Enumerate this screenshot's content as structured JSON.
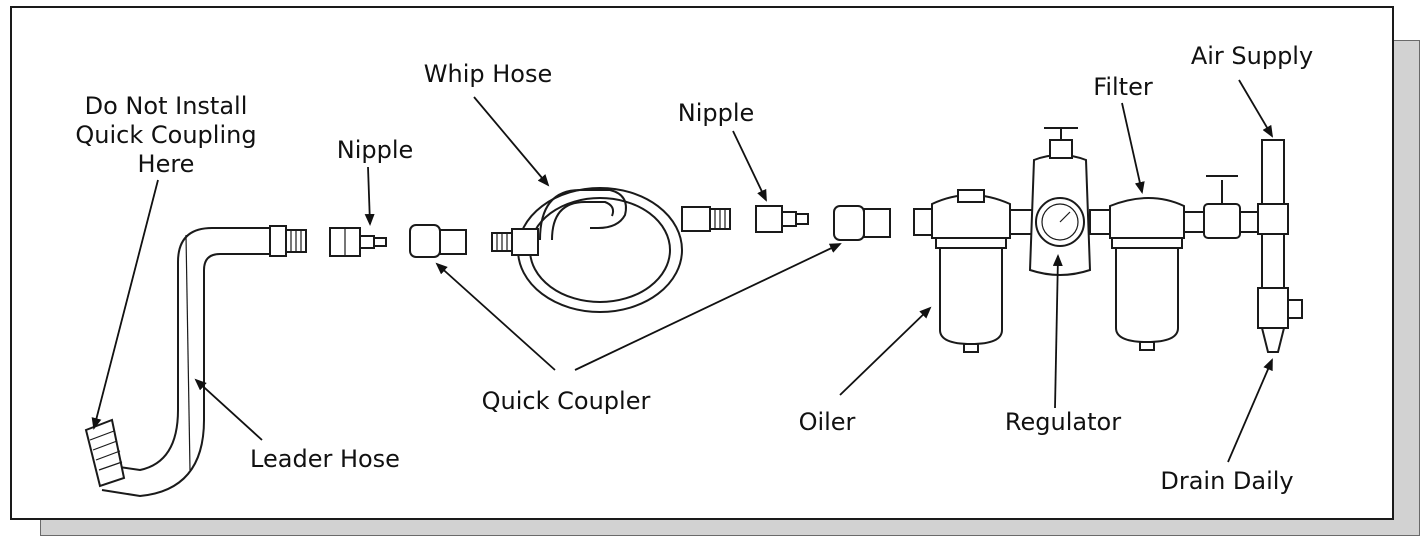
{
  "labels": {
    "do_not_install_1": "Do Not Install",
    "do_not_install_2": "Quick Coupling",
    "do_not_install_3": "Here",
    "nipple_left": "Nipple",
    "whip_hose": "Whip Hose",
    "nipple_right": "Nipple",
    "filter": "Filter",
    "air_supply": "Air Supply",
    "quick_coupler": "Quick Coupler",
    "leader_hose": "Leader Hose",
    "oiler": "Oiler",
    "regulator": "Regulator",
    "drain_daily": "Drain Daily"
  },
  "colors": {
    "line": "#1a1a1a",
    "shadow": "#d2d2d2",
    "background": "#ffffff"
  }
}
